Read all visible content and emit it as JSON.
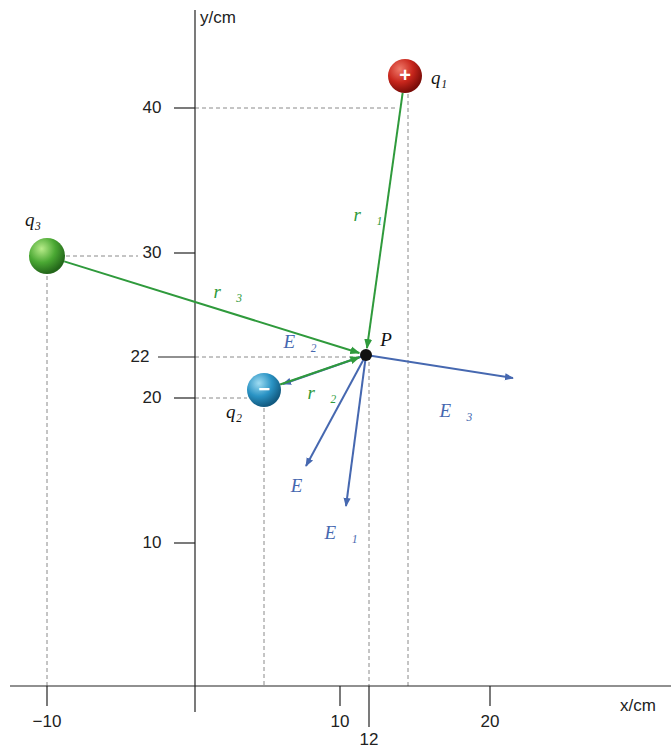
{
  "diagram": {
    "nodes": [
      {
        "text": [
          "+",
          "q₁"
        ]
      },
      {
        "text": [
          "−",
          "q₂"
        ]
      },
      {
        "text": [
          "q₃"
        ]
      },
      {
        "text": [
          "P"
        ]
      }
    ],
    "edges": [
      {
        "from": 0,
        "to": 3,
        "arrow": "to",
        "label": "r⃗₁"
      },
      {
        "from": 1,
        "to": 3,
        "arrow": "to",
        "label": "r⃗₂"
      },
      {
        "from": 2,
        "to": 3,
        "arrow": "to",
        "label": "r⃗₃"
      }
    ],
    "labels": [
      "y/cm",
      "x/cm",
      "40",
      "30",
      "22",
      "20",
      "10",
      "−10",
      "10",
      "20",
      "12",
      "E⃗₂",
      "E⃗₃",
      "E⃗",
      "E⃗₁"
    ]
  }
}
